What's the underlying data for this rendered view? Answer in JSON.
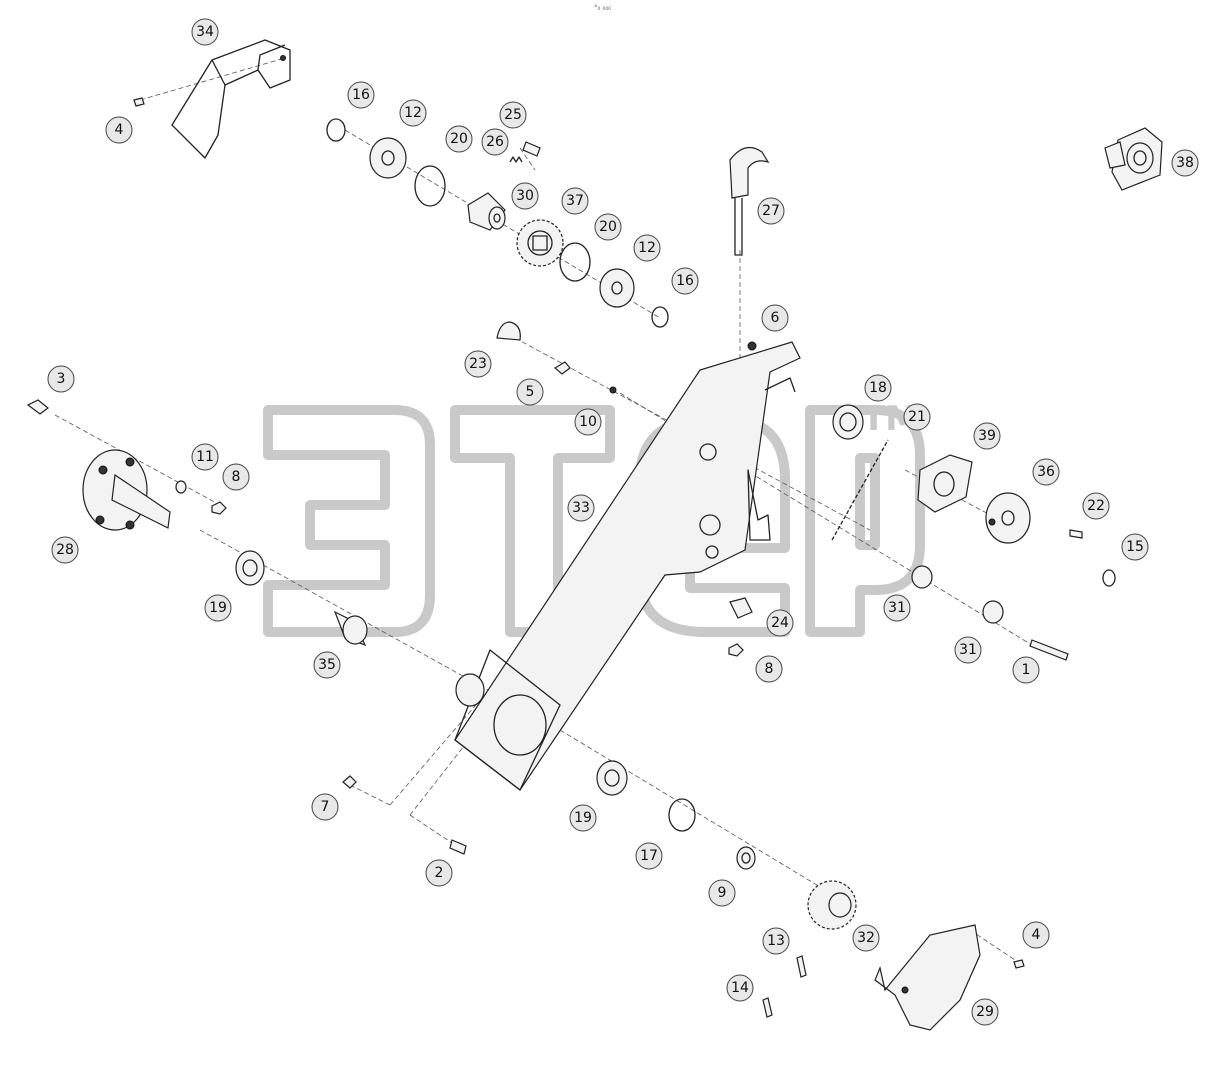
{
  "diagram": {
    "top_mark": "°₀ ₀₀₀",
    "watermark_trademark": "TM",
    "watermark_text": "Этер",
    "callouts": [
      {
        "id": "c34",
        "label": "34"
      },
      {
        "id": "c4a",
        "label": "4"
      },
      {
        "id": "c16a",
        "label": "16"
      },
      {
        "id": "c12a",
        "label": "12"
      },
      {
        "id": "c20a",
        "label": "20"
      },
      {
        "id": "c26",
        "label": "26"
      },
      {
        "id": "c25",
        "label": "25"
      },
      {
        "id": "c30",
        "label": "30"
      },
      {
        "id": "c37",
        "label": "37"
      },
      {
        "id": "c20b",
        "label": "20"
      },
      {
        "id": "c12b",
        "label": "12"
      },
      {
        "id": "c16b",
        "label": "16"
      },
      {
        "id": "c27",
        "label": "27"
      },
      {
        "id": "c38",
        "label": "38"
      },
      {
        "id": "c6",
        "label": "6"
      },
      {
        "id": "c23",
        "label": "23"
      },
      {
        "id": "c5",
        "label": "5"
      },
      {
        "id": "c10",
        "label": "10"
      },
      {
        "id": "c18",
        "label": "18"
      },
      {
        "id": "c21",
        "label": "21"
      },
      {
        "id": "c39",
        "label": "39"
      },
      {
        "id": "c3",
        "label": "3"
      },
      {
        "id": "c11",
        "label": "11"
      },
      {
        "id": "c8a",
        "label": "8"
      },
      {
        "id": "c28",
        "label": "28"
      },
      {
        "id": "c33",
        "label": "33"
      },
      {
        "id": "c36",
        "label": "36"
      },
      {
        "id": "c22",
        "label": "22"
      },
      {
        "id": "c15",
        "label": "15"
      },
      {
        "id": "c19a",
        "label": "19"
      },
      {
        "id": "c31a",
        "label": "31"
      },
      {
        "id": "c24",
        "label": "24"
      },
      {
        "id": "c35",
        "label": "35"
      },
      {
        "id": "c31b",
        "label": "31"
      },
      {
        "id": "c8b",
        "label": "8"
      },
      {
        "id": "c1",
        "label": "1"
      },
      {
        "id": "c7",
        "label": "7"
      },
      {
        "id": "c19b",
        "label": "19"
      },
      {
        "id": "c17",
        "label": "17"
      },
      {
        "id": "c2",
        "label": "2"
      },
      {
        "id": "c9",
        "label": "9"
      },
      {
        "id": "c32",
        "label": "32"
      },
      {
        "id": "c13",
        "label": "13"
      },
      {
        "id": "c4b",
        "label": "4"
      },
      {
        "id": "c14",
        "label": "14"
      },
      {
        "id": "c29",
        "label": "29"
      }
    ]
  }
}
